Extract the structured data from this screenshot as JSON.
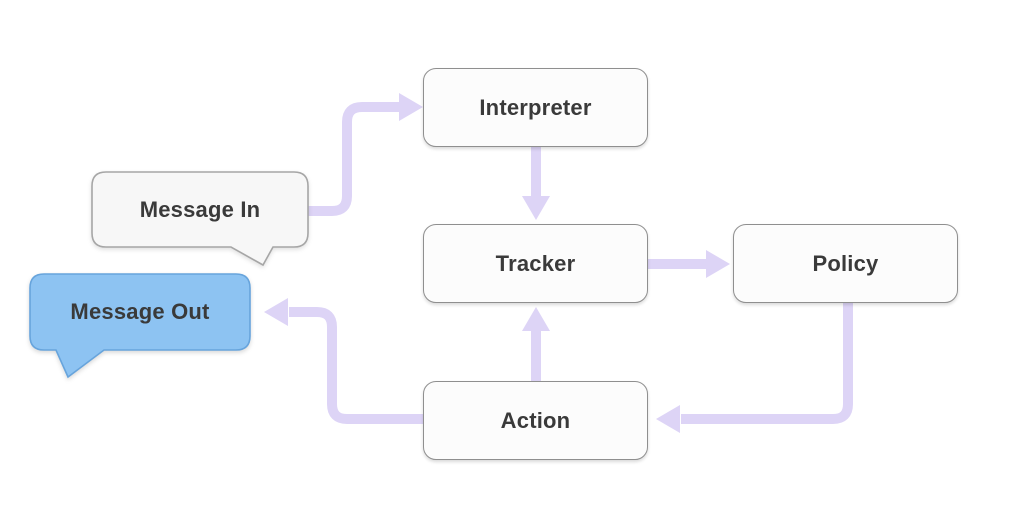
{
  "diagram": {
    "nodes": {
      "interpreter": {
        "label": "Interpreter",
        "shape": "rounded-box"
      },
      "tracker": {
        "label": "Tracker",
        "shape": "rounded-box"
      },
      "policy": {
        "label": "Policy",
        "shape": "rounded-box"
      },
      "action": {
        "label": "Action",
        "shape": "rounded-box"
      },
      "message_in": {
        "label": "Message In",
        "shape": "speech-bubble"
      },
      "message_out": {
        "label": "Message Out",
        "shape": "speech-bubble"
      }
    },
    "edges": [
      {
        "from": "Message In",
        "to": "Interpreter"
      },
      {
        "from": "Interpreter",
        "to": "Tracker"
      },
      {
        "from": "Tracker",
        "to": "Policy"
      },
      {
        "from": "Policy",
        "to": "Action"
      },
      {
        "from": "Action",
        "to": "Tracker"
      },
      {
        "from": "Action",
        "to": "Message Out"
      }
    ],
    "colors": {
      "arrow": "#ddd4f6",
      "node_fill": "#fcfcfc",
      "node_border": "#8f8f8f",
      "bubble_in_fill": "#f7f7f7",
      "bubble_in_border": "#a6a6a6",
      "bubble_out_fill": "#8dc3f2",
      "bubble_out_border": "#67a4dc",
      "text": "#3a3a3a"
    }
  }
}
